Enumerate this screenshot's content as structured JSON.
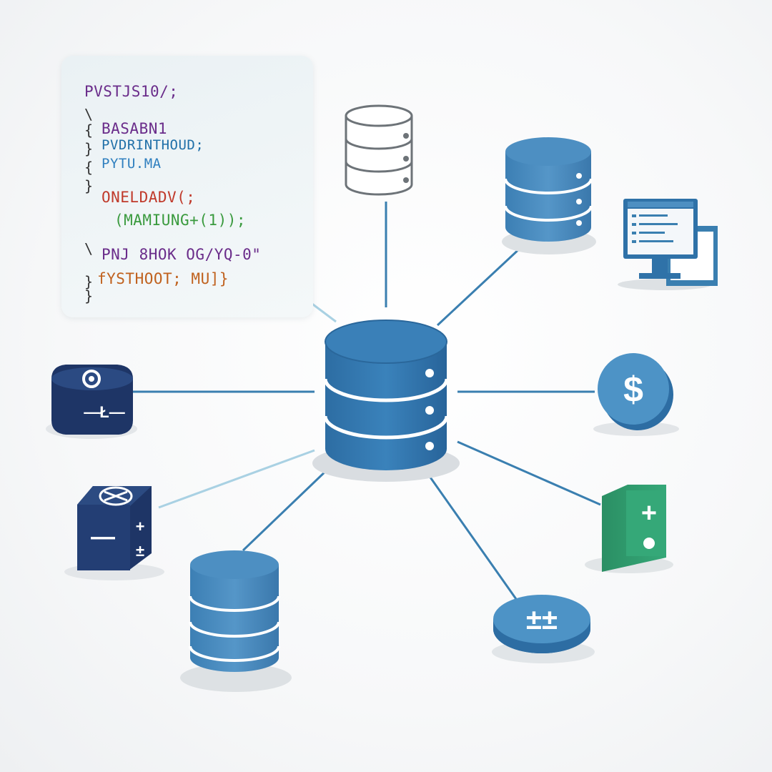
{
  "code_panel": {
    "lines": [
      {
        "text": "PVSTJS10/;",
        "color": "#6a2c8a"
      },
      {
        "text": "BASABN1",
        "color": "#6a2c8a"
      },
      {
        "text": "PVDRINTHOUD;",
        "color": "#1f6fa8"
      },
      {
        "text": "PYTU.MA",
        "color": "#2f7fbf"
      },
      {
        "text": "ONELDADV(;",
        "color": "#c03a2b"
      },
      {
        "text": "(MAMIUNG+(1));",
        "color": "#3a9a3e"
      },
      {
        "text": "PNJ 8HOK OG/YQ-0\"",
        "color": "#6a2c8a"
      },
      {
        "text": "fYSTHOOT; MU]}",
        "color": "#c0611e"
      }
    ]
  },
  "nodes": {
    "coin_dollar": {
      "symbol": "$"
    },
    "coin_bottom": {
      "symbol": "±±"
    },
    "cube_left_top": {
      "symbol": "—Ł—"
    },
    "cube_left_bottom": {
      "symbol_front": "—",
      "symbol_side_top": "+",
      "symbol_side_bottom": "±"
    },
    "green_block": {
      "symbol_top": "+",
      "symbol_bottom": "●"
    }
  },
  "colors": {
    "db_blue": "#3278ad",
    "db_dark": "#245f8f",
    "navy": "#1e3566",
    "green": "#2f9a6b",
    "connector": "#3a7fb0",
    "connector_light": "#a9d1e3"
  }
}
